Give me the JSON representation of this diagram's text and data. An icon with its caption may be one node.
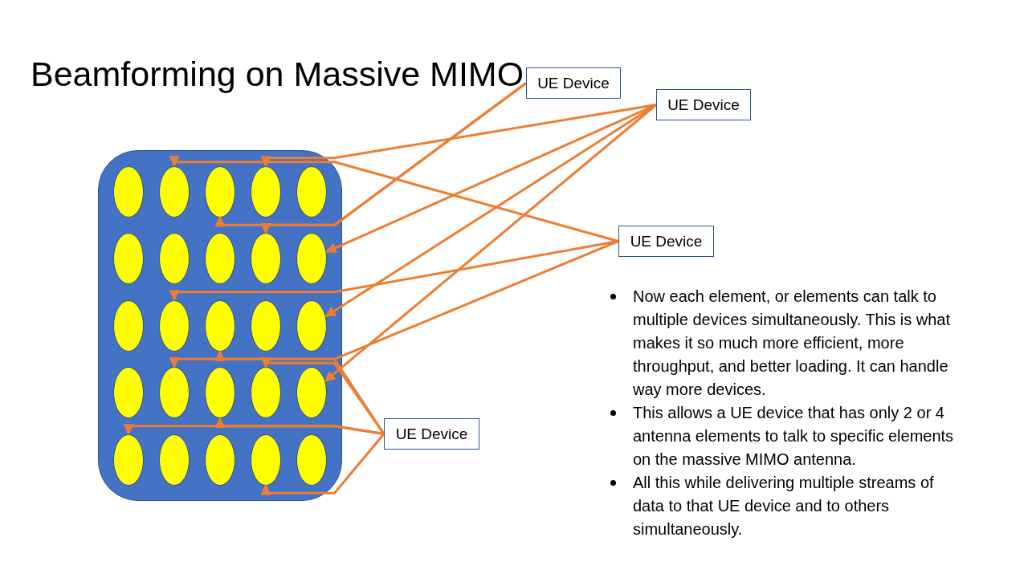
{
  "diagram": {
    "title": "Beamforming on Massive MIMO",
    "nodes": [
      {
        "text": [],
        "shape": "box"
      },
      {
        "text": [],
        "shape": "ellipse",
        "in": 0
      },
      {
        "text": [],
        "shape": "ellipse",
        "in": 0
      },
      {
        "text": [],
        "shape": "ellipse",
        "in": 0
      },
      {
        "text": [],
        "shape": "ellipse",
        "in": 0
      },
      {
        "text": [],
        "shape": "ellipse",
        "in": 0
      },
      {
        "text": [],
        "shape": "ellipse",
        "in": 0
      },
      {
        "text": [],
        "shape": "ellipse",
        "in": 0
      },
      {
        "text": [],
        "shape": "ellipse",
        "in": 0
      },
      {
        "text": [],
        "shape": "ellipse",
        "in": 0
      },
      {
        "text": [],
        "shape": "ellipse",
        "in": 0
      },
      {
        "text": [],
        "shape": "ellipse",
        "in": 0
      },
      {
        "text": [],
        "shape": "ellipse",
        "in": 0
      },
      {
        "text": [],
        "shape": "ellipse",
        "in": 0
      },
      {
        "text": [],
        "shape": "ellipse",
        "in": 0
      },
      {
        "text": [],
        "shape": "ellipse",
        "in": 0
      },
      {
        "text": [],
        "shape": "ellipse",
        "in": 0
      },
      {
        "text": [],
        "shape": "ellipse",
        "in": 0
      },
      {
        "text": [],
        "shape": "ellipse",
        "in": 0
      },
      {
        "text": [],
        "shape": "ellipse",
        "in": 0
      },
      {
        "text": [],
        "shape": "ellipse",
        "in": 0
      },
      {
        "text": [],
        "shape": "ellipse",
        "in": 0
      },
      {
        "text": [],
        "shape": "ellipse",
        "in": 0
      },
      {
        "text": [],
        "shape": "ellipse",
        "in": 0
      },
      {
        "text": [],
        "shape": "ellipse",
        "in": 0
      },
      {
        "text": [],
        "shape": "ellipse",
        "in": 0
      },
      {
        "text": [
          "UE Device"
        ]
      },
      {
        "text": [
          "UE Device"
        ]
      },
      {
        "text": [
          "UE Device"
        ]
      },
      {
        "text": [
          "UE Device"
        ]
      }
    ],
    "edges": [
      {
        "from": 26,
        "to": 4,
        "arrow": "to"
      },
      {
        "from": 26,
        "to": 10,
        "arrow": "to"
      },
      {
        "from": 26,
        "to": 15,
        "arrow": "to"
      },
      {
        "from": 26,
        "to": 20,
        "arrow": "to"
      },
      {
        "from": 27,
        "to": 3,
        "arrow": "to"
      },
      {
        "from": 27,
        "to": 9,
        "arrow": "to"
      },
      {
        "from": 28,
        "to": 2,
        "arrow": "to"
      },
      {
        "from": 28,
        "to": 12,
        "arrow": "to"
      },
      {
        "from": 28,
        "to": 13,
        "arrow": "to"
      },
      {
        "from": 29,
        "to": 17,
        "arrow": "to"
      },
      {
        "from": 29,
        "to": 18,
        "arrow": "to"
      },
      {
        "from": 29,
        "to": 19,
        "arrow": "to"
      },
      {
        "from": 29,
        "to": 21,
        "arrow": "to"
      },
      {
        "from": 29,
        "to": 24,
        "arrow": "to"
      }
    ],
    "labels": [
      "Now each element, or elements can talk to multiple devices simultaneously. This is what makes it so much more efficient, more throughput, and better loading. It can handle way more devices.",
      "This allows a UE device that has only 2 or 4 antenna elements to talk to specific elements on the massive MIMO antenna.",
      "All this while delivering multiple streams of data to that UE device and to others simultaneously."
    ]
  }
}
